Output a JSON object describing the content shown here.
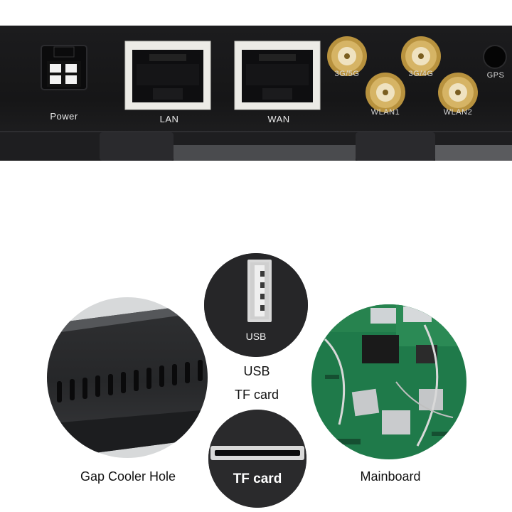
{
  "top_panel": {
    "ports": {
      "power": "Power",
      "lan": "LAN",
      "wan": "WAN",
      "gps": "GPS"
    },
    "antennas": {
      "a1": "3G/5G",
      "a2": "3G/4G",
      "a3": "WLAN1",
      "a4": "WLAN2"
    }
  },
  "details": {
    "usb_inset_label": "USB",
    "tf_inset_label": "TF card",
    "usb_caption": "USB",
    "tf_caption": "TF card",
    "cooler_caption": "Gap Cooler Hole",
    "mainboard_caption": "Mainboard"
  },
  "colors": {
    "panel": "#18181a",
    "rj45_frame": "#ecebe6",
    "connector_gold": "#c9a24c",
    "board_green": "#1f7a4a"
  }
}
